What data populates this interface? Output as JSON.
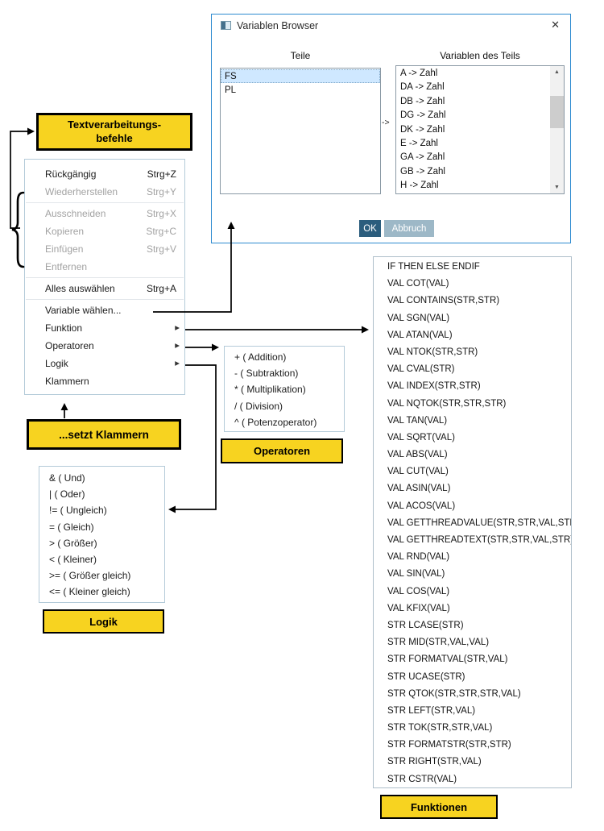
{
  "dialog": {
    "title": "Variablen Browser",
    "close_glyph": "✕",
    "left_header": "Teile",
    "right_header": "Variablen des Teils",
    "teile_items": [
      {
        "label": "FS",
        "selected": true
      },
      {
        "label": "PL",
        "selected": false
      }
    ],
    "map_arrow": "->",
    "variablen_items": [
      "A -> Zahl",
      "DA -> Zahl",
      "DB -> Zahl",
      "DG -> Zahl",
      "DK -> Zahl",
      "E -> Zahl",
      "GA -> Zahl",
      "GB -> Zahl",
      "H -> Zahl"
    ],
    "scroll_up_glyph": "▲",
    "scroll_down_glyph": "▼",
    "ok_label": "OK",
    "cancel_label": "Abbruch"
  },
  "context_menu": {
    "items": [
      {
        "label": "Rückgängig",
        "shortcut": "Strg+Z"
      },
      {
        "label": "Wiederherstellen",
        "shortcut": "Strg+Y",
        "disabled": true
      },
      {
        "separator": true
      },
      {
        "label": "Ausschneiden",
        "shortcut": "Strg+X",
        "disabled": true
      },
      {
        "label": "Kopieren",
        "shortcut": "Strg+C",
        "disabled": true
      },
      {
        "label": "Einfügen",
        "shortcut": "Strg+V",
        "disabled": true
      },
      {
        "label": "Entfernen",
        "disabled": true
      },
      {
        "separator": true
      },
      {
        "label": "Alles auswählen",
        "shortcut": "Strg+A"
      },
      {
        "separator": true
      },
      {
        "label": "Variable wählen..."
      },
      {
        "label": "Funktion",
        "arrow": "▶"
      },
      {
        "label": "Operatoren",
        "arrow": "▶"
      },
      {
        "label": "Logik",
        "arrow": "▶"
      },
      {
        "label": "Klammern"
      }
    ]
  },
  "operatoren_menu": {
    "items": [
      "+ ( Addition)",
      "- ( Subtraktion)",
      "* ( Multiplikation)",
      "/ ( Division)",
      "^ ( Potenzoperator)"
    ]
  },
  "logik_menu": {
    "items": [
      "& ( Und)",
      "| ( Oder)",
      "!= ( Ungleich)",
      "= ( Gleich)",
      "> ( Größer)",
      "< ( Kleiner)",
      ">= ( Größer gleich)",
      "<= ( Kleiner gleich)"
    ]
  },
  "funktionen": {
    "items": [
      "IF THEN ELSE ENDIF",
      "VAL COT(VAL)",
      "VAL CONTAINS(STR,STR)",
      "VAL SGN(VAL)",
      "VAL ATAN(VAL)",
      "VAL NTOK(STR,STR)",
      "VAL CVAL(STR)",
      "VAL INDEX(STR,STR)",
      "VAL NQTOK(STR,STR,STR)",
      "VAL TAN(VAL)",
      "VAL SQRT(VAL)",
      "VAL ABS(VAL)",
      "VAL CUT(VAL)",
      "VAL ASIN(VAL)",
      "VAL ACOS(VAL)",
      "VAL GETTHREADVALUE(STR,STR,VAL,STR)",
      "VAL GETTHREADTEXT(STR,STR,VAL,STR)",
      "VAL RND(VAL)",
      "VAL SIN(VAL)",
      "VAL COS(VAL)",
      "VAL KFIX(VAL)",
      "STR LCASE(STR)",
      "STR MID(STR,VAL,VAL)",
      "STR FORMATVAL(STR,VAL)",
      "STR UCASE(STR)",
      "STR QTOK(STR,STR,STR,VAL)",
      "STR LEFT(STR,VAL)",
      "STR TOK(STR,STR,VAL)",
      "STR FORMATSTR(STR,STR)",
      "STR RIGHT(STR,VAL)",
      "STR CSTR(VAL)"
    ]
  },
  "labels": {
    "textverarbeitung_line1": "Textverarbeitungs-",
    "textverarbeitung_line2": "befehle",
    "setzt_klammern": "...setzt Klammern",
    "operatoren": "Operatoren",
    "logik": "Logik",
    "funktionen": "Funktionen"
  },
  "colors": {
    "accent_blue": "#2e8bd0",
    "selection_blue": "#cfe8ff",
    "annotation_yellow": "#f7d320",
    "ok_button": "#2b5d7d",
    "cancel_button": "#9db8c7"
  }
}
